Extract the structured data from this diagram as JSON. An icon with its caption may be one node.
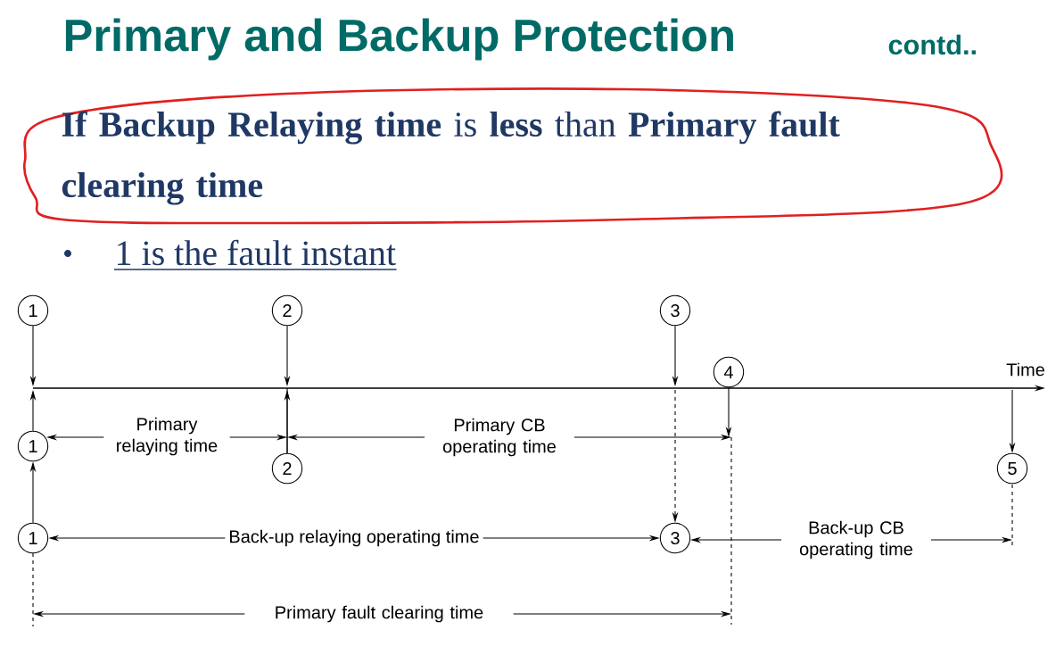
{
  "diagram": {
    "title": "Primary and Backup Protection",
    "nodes": [
      {
        "text": [
          "1"
        ]
      },
      {
        "text": [
          "2"
        ]
      },
      {
        "text": [
          "3"
        ]
      },
      {
        "text": [
          "4"
        ]
      },
      {
        "text": [
          "1"
        ]
      },
      {
        "text": [
          "2"
        ]
      },
      {
        "text": [
          "5"
        ]
      },
      {
        "text": [
          "1"
        ]
      },
      {
        "text": [
          "3"
        ]
      }
    ],
    "edges": [
      {
        "from": 0,
        "to": null,
        "arrow": "to"
      },
      {
        "from": 1,
        "to": null,
        "arrow": "to"
      },
      {
        "from": 2,
        "to": null,
        "arrow": "to"
      },
      {
        "from": null,
        "to": 8,
        "arrow": "to",
        "style": "dashed"
      },
      {
        "from": 3,
        "to": null,
        "arrow": "to"
      },
      {
        "from": 4,
        "to": null,
        "arrow": "to"
      },
      {
        "from": 7,
        "to": 4,
        "arrow": "to"
      },
      {
        "from": 5,
        "to": null,
        "arrow": "to"
      },
      {
        "from": null,
        "to": 6,
        "arrow": "to"
      },
      {
        "from": 7,
        "to": 8,
        "arrow": "both",
        "label": "Back-up relaying operating time"
      }
    ],
    "labels": [
      "contd..",
      "**If Backup Relaying time** is **less** than **Primary fault clearing time**",
      "1 is the fault instant",
      "Time",
      "Primary relaying time",
      "Primary CB operating time",
      "Back-up CB operating time",
      "Primary fault clearing time"
    ]
  }
}
